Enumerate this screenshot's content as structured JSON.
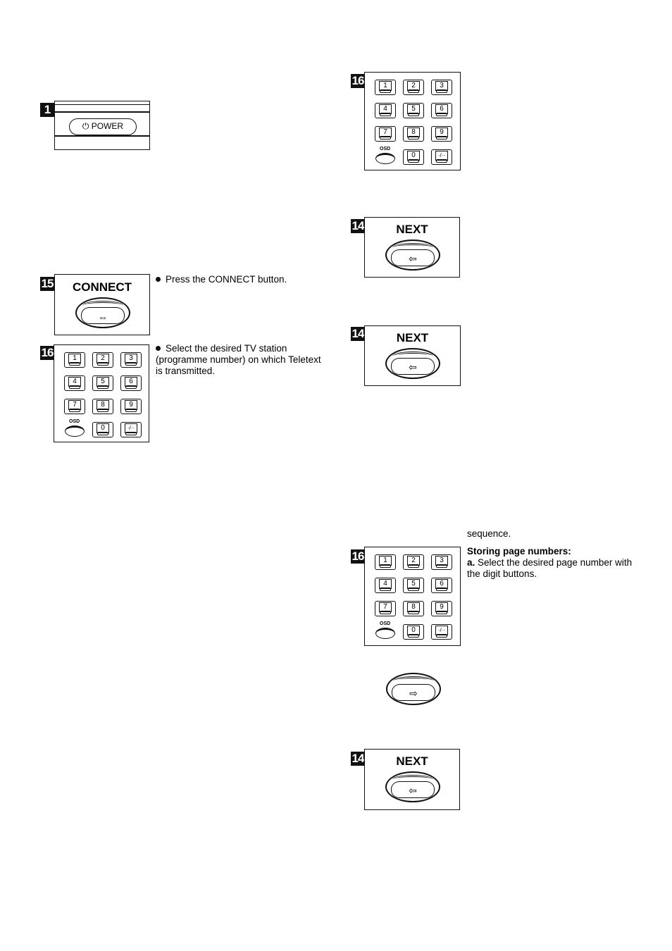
{
  "steps": {
    "s1": "1",
    "s14": "14",
    "s15": "15",
    "s16": "16"
  },
  "buttons": {
    "power_label": "POWER",
    "connect_label": "CONNECT",
    "next_label": "NEXT",
    "osd_label": "OSD",
    "digits": [
      "1",
      "2",
      "3",
      "4",
      "5",
      "6",
      "7",
      "8",
      "9",
      "0"
    ]
  },
  "text": {
    "connect_instruction": "Press the CONNECT button.",
    "select_station_line1": "Select the desired TV station",
    "select_station_line2": "(programme number) on which Teletext",
    "select_station_line3": "is transmitted.",
    "sequence": "sequence.",
    "storing_heading": "Storing page numbers:",
    "storing_a_prefix": "a.",
    "storing_a_line1": "Select the desired page number with",
    "storing_a_line2": "the digit buttons."
  }
}
